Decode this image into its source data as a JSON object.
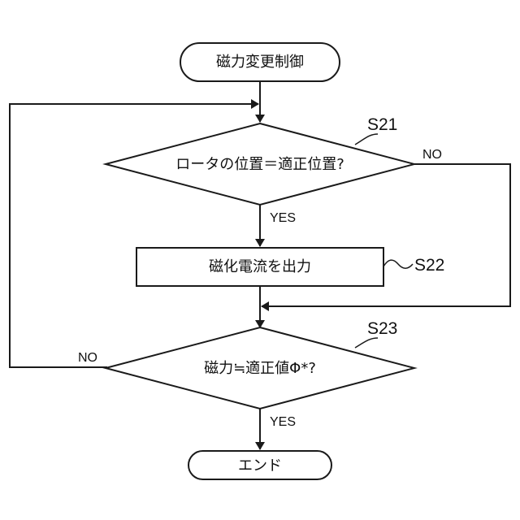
{
  "flowchart": {
    "start": "磁力変更制御",
    "end": "エンド",
    "decision1": {
      "text": "ロータの位置＝適正位置?",
      "step": "S21",
      "yes": "YES",
      "no": "NO"
    },
    "process1": {
      "text": "磁化電流を出力",
      "step": "S22"
    },
    "decision2": {
      "text": "磁力≒適正値Φ*?",
      "step": "S23",
      "yes": "YES",
      "no": "NO"
    }
  }
}
